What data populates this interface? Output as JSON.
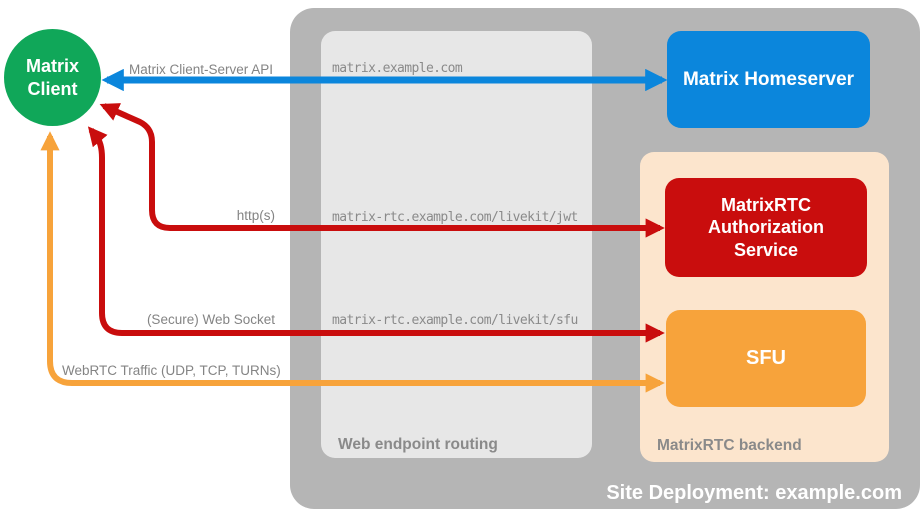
{
  "site": {
    "label": "Site Deployment: example.com",
    "color": "#b5b5b5",
    "label_color": "#ffffff"
  },
  "routing": {
    "label": "Web endpoint routing",
    "color": "#e7e7e7",
    "label_color": "#8a8a8a"
  },
  "backend": {
    "label": "MatrixRTC backend",
    "color": "#fce5cd",
    "label_color": "#8a8a8a"
  },
  "nodes": {
    "client": {
      "label": "Matrix Client",
      "color": "#10a759",
      "text_color": "#ffffff"
    },
    "homeserver": {
      "label": "Matrix Homeserver",
      "color": "#0b86dc",
      "text_color": "#ffffff"
    },
    "auth_service": {
      "label": "MatrixRTC Authorization Service",
      "color": "#c90d0d",
      "text_color": "#ffffff"
    },
    "sfu": {
      "label": "SFU",
      "color": "#f7a33b",
      "text_color": "#ffffff"
    }
  },
  "connections": {
    "client_server_api": {
      "label": "Matrix Client-Server API",
      "route": "matrix.example.com",
      "color": "#0b86dc",
      "from": "Matrix Client",
      "to": "Matrix Homeserver"
    },
    "http": {
      "label": "http(s)",
      "route": "matrix-rtc.example.com/livekit/jwt",
      "color": "#c90d0d",
      "from": "Matrix Client",
      "to": "MatrixRTC Authorization Service"
    },
    "websocket": {
      "label": "(Secure) Web Socket",
      "route": "matrix-rtc.example.com/livekit/sfu",
      "color": "#c90d0d",
      "from": "Matrix Client",
      "to": "SFU"
    },
    "webrtc": {
      "label": "WebRTC Traffic (UDP, TCP, TURNs)",
      "route": "",
      "color": "#f7a33b",
      "from": "Matrix Client",
      "to": "SFU"
    }
  },
  "text_colors": {
    "conn_label": "#848484",
    "url": "#8a8a8a"
  }
}
